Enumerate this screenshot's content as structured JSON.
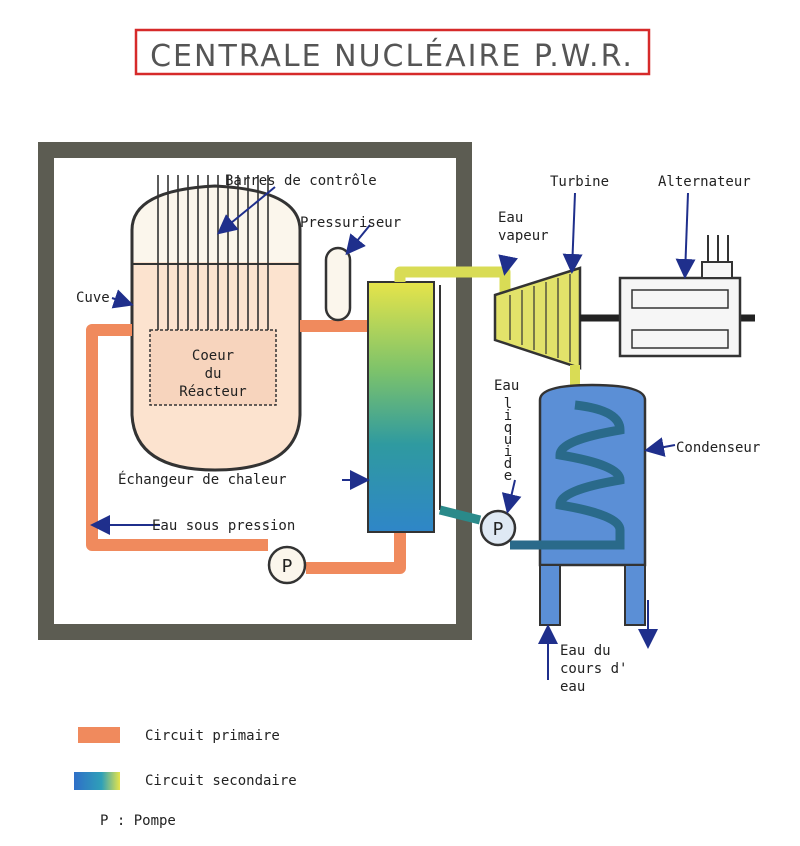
{
  "title": "CENTRALE NUCLÉAIRE P.W.R.",
  "labels": {
    "barres": "Barres de contrôle",
    "pressuriseur": "Pressuriseur",
    "cuve": "Cuve",
    "coeur_1": "Coeur",
    "coeur_2": "du",
    "coeur_3": "Réacteur",
    "echangeur": "Échangeur de chaleur",
    "eau_pression": "Eau sous pression",
    "pompe_letter": "P",
    "turbine": "Turbine",
    "alternateur": "Alternateur",
    "eau_vapeur_1": "Eau",
    "eau_vapeur_2": "vapeur",
    "eau_liquide_1": "Eau",
    "eau_liquide_vertical": [
      "l",
      "i",
      "q",
      "u",
      "i",
      "d",
      "e"
    ],
    "condenseur": "Condenseur",
    "cours_1": "Eau du",
    "cours_2": "cours d'",
    "cours_3": "eau"
  },
  "legend": {
    "primaire": "Circuit primaire",
    "secondaire": "Circuit secondaire",
    "pompe": "P : Pompe"
  },
  "colors": {
    "title_border": "#d62a2a",
    "primary": "#f08a5d",
    "primary_dark": "#e05a2a",
    "secondary_blue": "#2f86c8",
    "secondary_green": "#3aa37a",
    "secondary_yellow": "#e6e44a",
    "containment": "#5c5c52",
    "arrow": "#1f2f8c",
    "pencil": "#333333"
  }
}
